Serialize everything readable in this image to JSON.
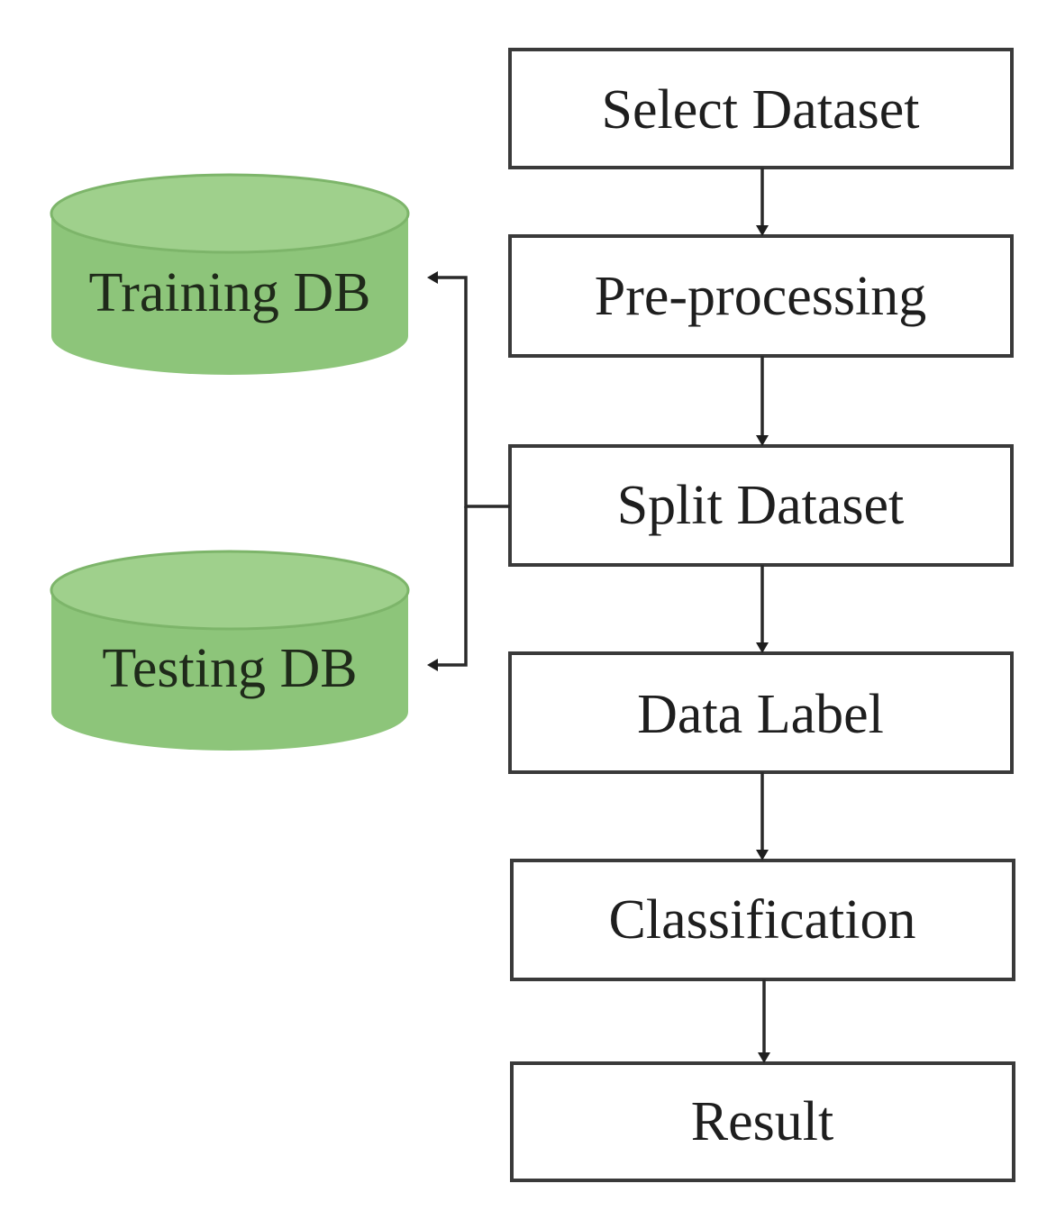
{
  "flow_steps": [
    {
      "id": "select",
      "label": "Select Dataset"
    },
    {
      "id": "preprocess",
      "label": "Pre-processing"
    },
    {
      "id": "split",
      "label": "Split Dataset"
    },
    {
      "id": "label",
      "label": "Data Label"
    },
    {
      "id": "classify",
      "label": "Classification"
    },
    {
      "id": "result",
      "label": "Result"
    }
  ],
  "databases": [
    {
      "id": "training",
      "label": "Training DB"
    },
    {
      "id": "testing",
      "label": "Testing DB"
    }
  ],
  "colors": {
    "db_fill": "#8dc57a",
    "db_top": "#9fd08c",
    "box_stroke": "#3a3a3a",
    "line": "#2a2a2a"
  }
}
